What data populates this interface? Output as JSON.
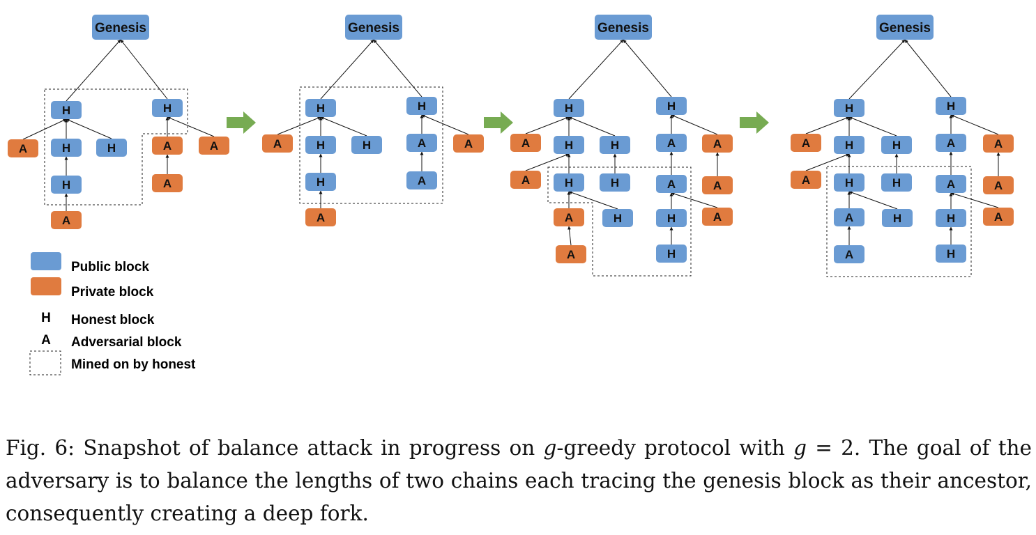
{
  "colors": {
    "public": "#6a9bd3",
    "private": "#e07b3f",
    "arrow": "#77ab52",
    "edge": "#111111"
  },
  "panels": [
    {
      "nodes": [
        {
          "id": "g",
          "label": "Genesis",
          "type": "public"
        },
        {
          "id": "h1",
          "label": "H",
          "type": "public"
        },
        {
          "id": "h2",
          "label": "H",
          "type": "public"
        },
        {
          "id": "a1",
          "label": "A",
          "type": "private"
        },
        {
          "id": "h3",
          "label": "H",
          "type": "public"
        },
        {
          "id": "h4",
          "label": "H",
          "type": "public"
        },
        {
          "id": "h5",
          "label": "H",
          "type": "public"
        },
        {
          "id": "a2",
          "label": "A",
          "type": "private"
        },
        {
          "id": "a3",
          "label": "A",
          "type": "private"
        },
        {
          "id": "a4",
          "label": "A",
          "type": "private"
        },
        {
          "id": "a5",
          "label": "A",
          "type": "private"
        }
      ],
      "edges": [
        [
          "h1",
          "g"
        ],
        [
          "h2",
          "g"
        ],
        [
          "a1",
          "h1"
        ],
        [
          "h3",
          "h1"
        ],
        [
          "h4",
          "h1"
        ],
        [
          "h5",
          "h3"
        ],
        [
          "a2",
          "h5"
        ],
        [
          "a3",
          "h2"
        ],
        [
          "a4",
          "h2"
        ],
        [
          "a5",
          "a3"
        ]
      ]
    },
    {
      "nodes": [
        {
          "id": "g",
          "label": "Genesis",
          "type": "public"
        },
        {
          "id": "h1",
          "label": "H",
          "type": "public"
        },
        {
          "id": "h2",
          "label": "H",
          "type": "public"
        },
        {
          "id": "a1",
          "label": "A",
          "type": "private"
        },
        {
          "id": "h3",
          "label": "H",
          "type": "public"
        },
        {
          "id": "h4",
          "label": "H",
          "type": "public"
        },
        {
          "id": "h5",
          "label": "H",
          "type": "public"
        },
        {
          "id": "a2",
          "label": "A",
          "type": "private"
        },
        {
          "id": "a3",
          "label": "A",
          "type": "public"
        },
        {
          "id": "a4",
          "label": "A",
          "type": "private"
        },
        {
          "id": "a5",
          "label": "A",
          "type": "public"
        }
      ],
      "edges": [
        [
          "h1",
          "g"
        ],
        [
          "h2",
          "g"
        ],
        [
          "a1",
          "h1"
        ],
        [
          "h3",
          "h1"
        ],
        [
          "h4",
          "h1"
        ],
        [
          "h5",
          "h3"
        ],
        [
          "a2",
          "h5"
        ],
        [
          "a3",
          "h2"
        ],
        [
          "a4",
          "h2"
        ],
        [
          "a5",
          "a3"
        ]
      ]
    },
    {
      "nodes": [
        {
          "id": "g",
          "label": "Genesis",
          "type": "public"
        },
        {
          "id": "h1",
          "label": "H",
          "type": "public"
        },
        {
          "id": "h2",
          "label": "H",
          "type": "public"
        },
        {
          "id": "a1",
          "label": "A",
          "type": "private"
        },
        {
          "id": "h3",
          "label": "H",
          "type": "public"
        },
        {
          "id": "h4",
          "label": "H",
          "type": "public"
        },
        {
          "id": "a3",
          "label": "A",
          "type": "public"
        },
        {
          "id": "a4",
          "label": "A",
          "type": "private"
        },
        {
          "id": "a2",
          "label": "A",
          "type": "private"
        },
        {
          "id": "h5",
          "label": "H",
          "type": "public"
        },
        {
          "id": "h6",
          "label": "H",
          "type": "public"
        },
        {
          "id": "a5",
          "label": "A",
          "type": "public"
        },
        {
          "id": "a6",
          "label": "A",
          "type": "private"
        },
        {
          "id": "a7",
          "label": "A",
          "type": "private"
        },
        {
          "id": "h7",
          "label": "H",
          "type": "public"
        },
        {
          "id": "h8",
          "label": "H",
          "type": "public"
        },
        {
          "id": "a8",
          "label": "A",
          "type": "private"
        },
        {
          "id": "a9",
          "label": "A",
          "type": "private"
        },
        {
          "id": "h9",
          "label": "H",
          "type": "public"
        }
      ],
      "edges": [
        [
          "h1",
          "g"
        ],
        [
          "h2",
          "g"
        ],
        [
          "a1",
          "h1"
        ],
        [
          "h3",
          "h1"
        ],
        [
          "h4",
          "h1"
        ],
        [
          "a3",
          "h2"
        ],
        [
          "a4",
          "h2"
        ],
        [
          "a2",
          "h3"
        ],
        [
          "h5",
          "h3"
        ],
        [
          "h6",
          "h4"
        ],
        [
          "a5",
          "a3"
        ],
        [
          "a6",
          "a4"
        ],
        [
          "a7",
          "h5"
        ],
        [
          "h7",
          "h5"
        ],
        [
          "h8",
          "a5"
        ],
        [
          "a8",
          "a5"
        ],
        [
          "a9",
          "a7"
        ],
        [
          "h9",
          "h8"
        ]
      ]
    },
    {
      "nodes": [
        {
          "id": "g",
          "label": "Genesis",
          "type": "public"
        },
        {
          "id": "h1",
          "label": "H",
          "type": "public"
        },
        {
          "id": "h2",
          "label": "H",
          "type": "public"
        },
        {
          "id": "a1",
          "label": "A",
          "type": "private"
        },
        {
          "id": "h3",
          "label": "H",
          "type": "public"
        },
        {
          "id": "h4",
          "label": "H",
          "type": "public"
        },
        {
          "id": "a3",
          "label": "A",
          "type": "public"
        },
        {
          "id": "a4",
          "label": "A",
          "type": "private"
        },
        {
          "id": "a2",
          "label": "A",
          "type": "private"
        },
        {
          "id": "h5",
          "label": "H",
          "type": "public"
        },
        {
          "id": "h6",
          "label": "H",
          "type": "public"
        },
        {
          "id": "a5",
          "label": "A",
          "type": "public"
        },
        {
          "id": "a6",
          "label": "A",
          "type": "private"
        },
        {
          "id": "a7",
          "label": "A",
          "type": "public"
        },
        {
          "id": "h7",
          "label": "H",
          "type": "public"
        },
        {
          "id": "h8",
          "label": "H",
          "type": "public"
        },
        {
          "id": "a8",
          "label": "A",
          "type": "private"
        },
        {
          "id": "a9",
          "label": "A",
          "type": "public"
        },
        {
          "id": "h9",
          "label": "H",
          "type": "public"
        }
      ],
      "edges": [
        [
          "h1",
          "g"
        ],
        [
          "h2",
          "g"
        ],
        [
          "a1",
          "h1"
        ],
        [
          "h3",
          "h1"
        ],
        [
          "h4",
          "h1"
        ],
        [
          "a3",
          "h2"
        ],
        [
          "a4",
          "h2"
        ],
        [
          "a2",
          "h3"
        ],
        [
          "h5",
          "h3"
        ],
        [
          "h6",
          "h4"
        ],
        [
          "a5",
          "a3"
        ],
        [
          "a6",
          "a4"
        ],
        [
          "a7",
          "h5"
        ],
        [
          "h7",
          "h5"
        ],
        [
          "h8",
          "a5"
        ],
        [
          "a8",
          "a5"
        ],
        [
          "a9",
          "a7"
        ],
        [
          "h9",
          "h8"
        ]
      ]
    }
  ],
  "legend": [
    {
      "kind": "public",
      "label": "Public block"
    },
    {
      "kind": "private",
      "label": "Private block"
    },
    {
      "kind": "letter",
      "letter": "H",
      "label": "Honest block"
    },
    {
      "kind": "letter",
      "letter": "A",
      "label": "Adversarial block"
    },
    {
      "kind": "dashed",
      "label": "Mined on by honest"
    }
  ],
  "caption": {
    "figure": "Fig. 6:",
    "parts": [
      {
        "t": " Snapshot of balance attack in progress on "
      },
      {
        "t": "g",
        "math": true
      },
      {
        "t": "-greedy protocol with "
      },
      {
        "t": "g",
        "math": true
      },
      {
        "t": " = 2. The goal of the adversary is to balance the lengths of two chains each tracing the genesis block as their ancestor, consequently creating a deep fork."
      }
    ]
  }
}
